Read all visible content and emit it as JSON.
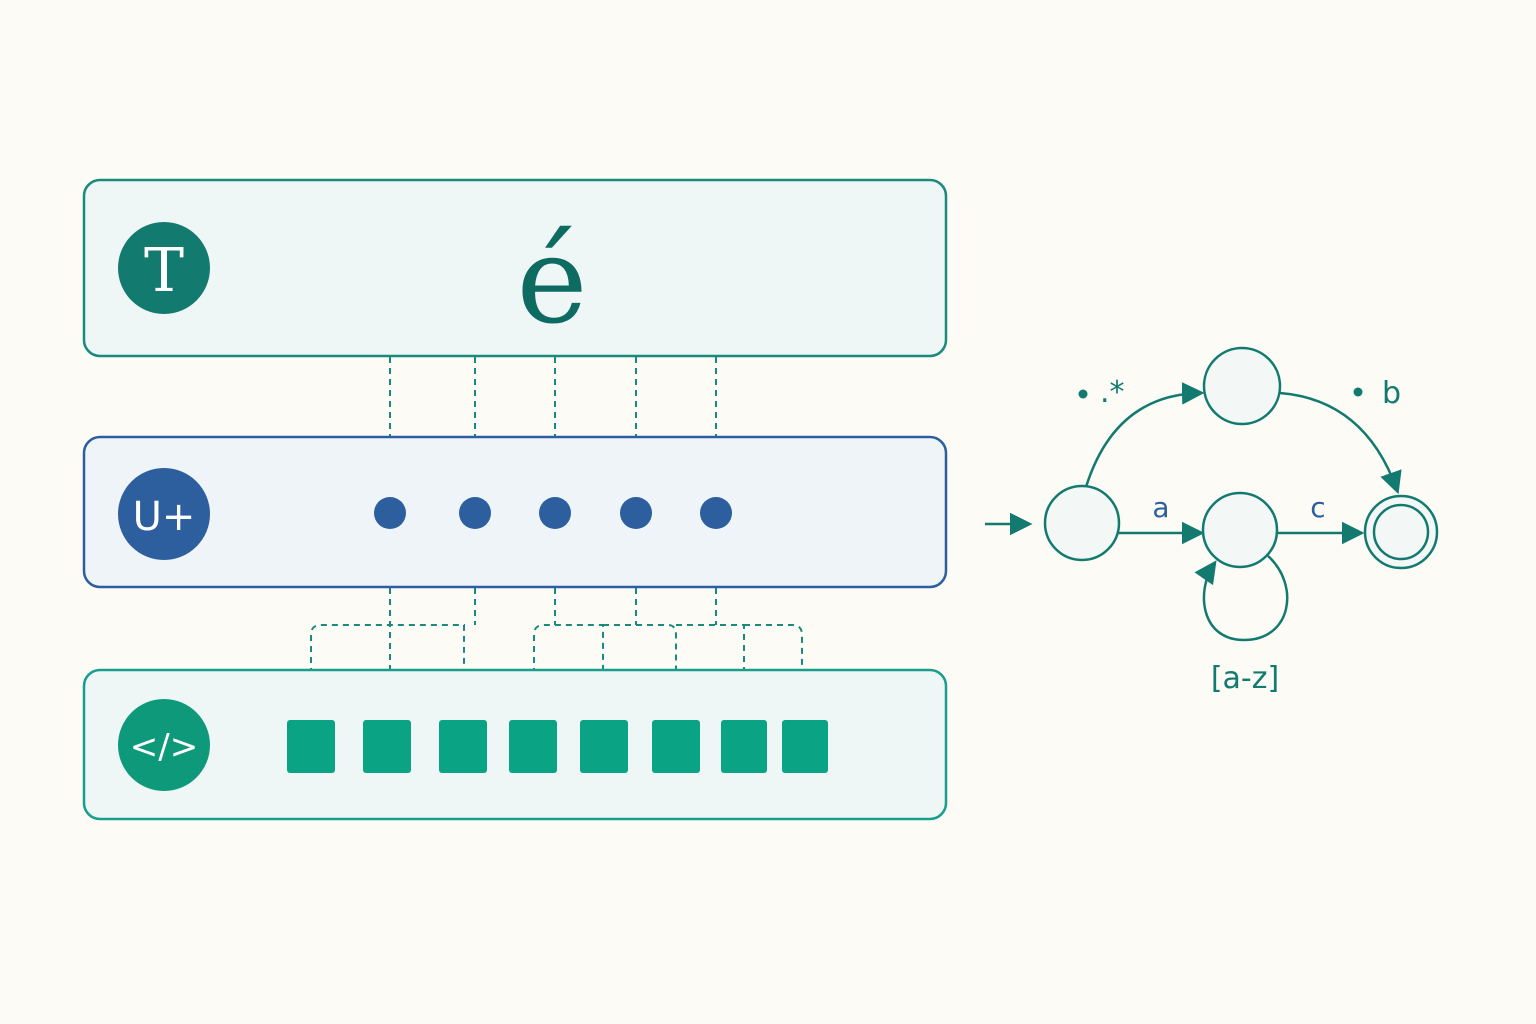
{
  "layers": {
    "glyph": {
      "badge_letter": "T",
      "character": "é",
      "badge_icon": "text-type-icon"
    },
    "codepoint": {
      "badge_label": "U+",
      "point_count": 5,
      "badge_icon": "unicode-icon"
    },
    "bytes": {
      "badge_label": "</>",
      "byte_count": 8,
      "badge_icon": "code-icon"
    }
  },
  "automaton": {
    "states": [
      "start",
      "upper",
      "middle",
      "accept"
    ],
    "transitions": [
      {
        "from": "start",
        "to": "upper",
        "label": ".*"
      },
      {
        "from": "upper",
        "to": "accept",
        "label": "b"
      },
      {
        "from": "start",
        "to": "middle",
        "label": "a"
      },
      {
        "from": "middle",
        "to": "accept",
        "label": "c"
      },
      {
        "from": "middle",
        "to": "middle",
        "label": "[a-z]"
      }
    ]
  },
  "colors": {
    "teal": "#137a70",
    "teal_light": "#1a9e8c",
    "blue": "#2d5f9e",
    "byte_green": "#0aa484",
    "panel_teal_bg": "#eef6f6",
    "panel_blue_bg": "#eef4f8",
    "background": "#fcfbf6"
  }
}
